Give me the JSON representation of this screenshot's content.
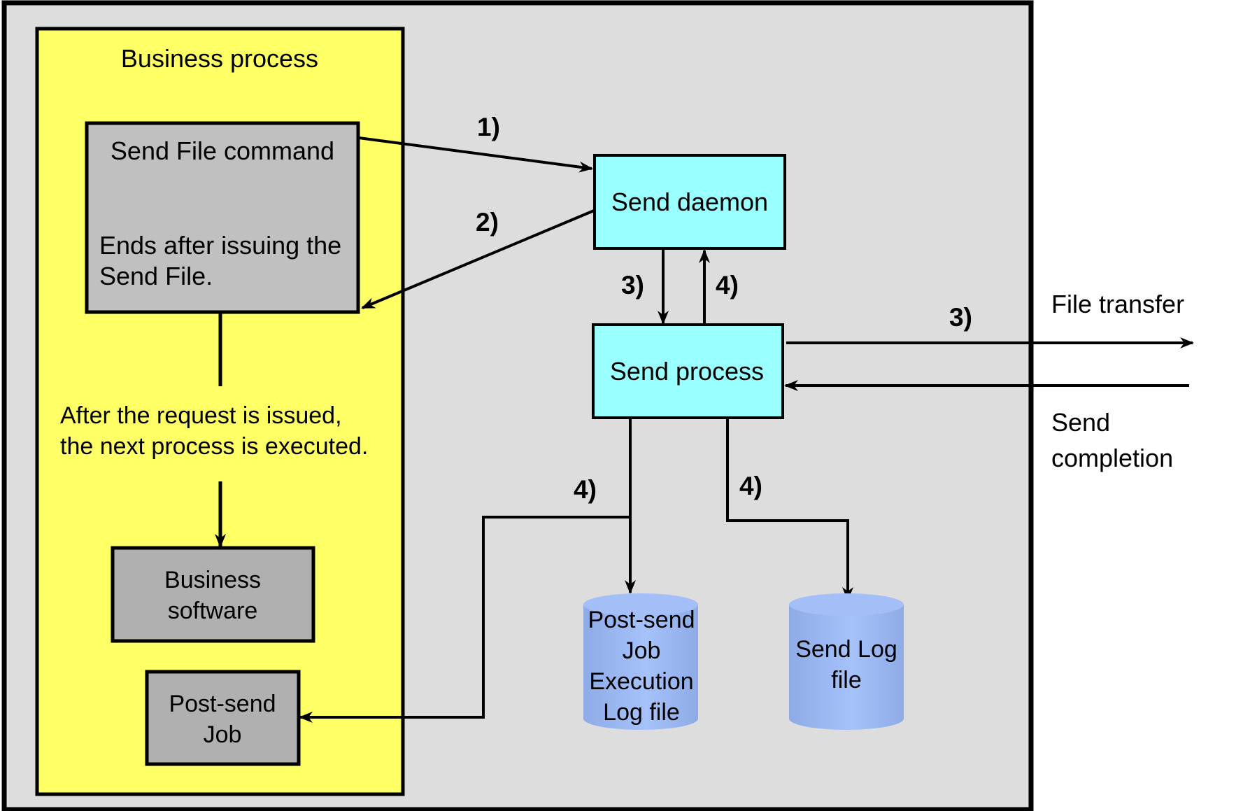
{
  "diagram": {
    "title": "Business process",
    "colors": {
      "outer_bg": "#dddddd",
      "business_bg": "#ffff66",
      "gray_box": "#c0c0c0",
      "gray_box_dark": "#b0b0b0",
      "cyan_box": "#99ffff",
      "cylinder": "#a4bff8",
      "cylinder_shade": "#8eaae6",
      "line": "#000000"
    },
    "nodes": {
      "send_file_command": {
        "title": "Send File command",
        "note_lines": [
          "Ends after issuing the",
          "Send File."
        ]
      },
      "business_note": {
        "lines": [
          "After the request is issued,",
          "the next process is executed."
        ]
      },
      "business_software": {
        "lines": [
          "Business",
          "software"
        ]
      },
      "post_send_job": {
        "lines": [
          "Post-send",
          "Job"
        ]
      },
      "send_daemon": {
        "label": "Send daemon"
      },
      "send_process": {
        "label": "Send process"
      },
      "post_send_log": {
        "lines": [
          "Post-send",
          "Job",
          "Execution",
          "Log file"
        ]
      },
      "send_log": {
        "lines": [
          "Send Log",
          "file"
        ]
      }
    },
    "external": {
      "file_transfer": "File transfer",
      "send_completion": [
        "Send",
        "completion"
      ]
    },
    "steps": {
      "s1": "1)",
      "s2": "2)",
      "s3_down": "3)",
      "s4_up": "4)",
      "s3_transfer": "3)",
      "s4_joblog": "4)",
      "s4_sendlog": "4)"
    }
  }
}
